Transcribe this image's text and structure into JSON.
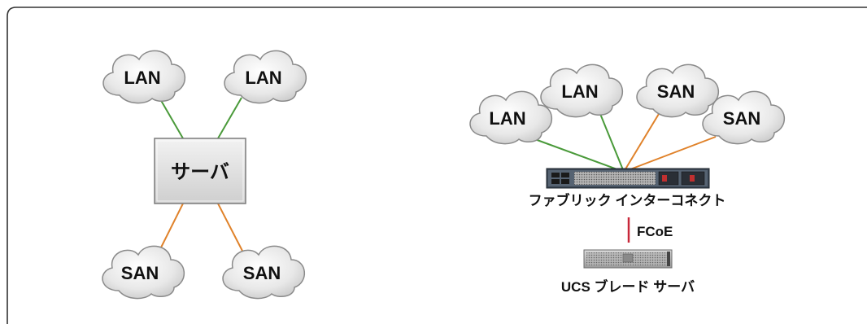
{
  "left_diagram": {
    "server_label": "サーバ",
    "clouds": [
      {
        "label": "LAN",
        "kind": "lan"
      },
      {
        "label": "LAN",
        "kind": "lan"
      },
      {
        "label": "SAN",
        "kind": "san"
      },
      {
        "label": "SAN",
        "kind": "san"
      }
    ]
  },
  "right_diagram": {
    "clouds": [
      {
        "label": "LAN",
        "kind": "lan"
      },
      {
        "label": "LAN",
        "kind": "lan"
      },
      {
        "label": "SAN",
        "kind": "san"
      },
      {
        "label": "SAN",
        "kind": "san"
      }
    ],
    "interconnect_label": "ファブリック インターコネクト",
    "link_label": "FCoE",
    "blade_label": "UCS ブレード サーバ"
  },
  "colors": {
    "lan_link": "#4a9a3a",
    "san_link": "#e0822a",
    "fcoe_link": "#c8283a",
    "cloud_fill": "#e4e4e4",
    "cloud_stroke": "#8a8a8a",
    "server_fill": "#dedede"
  },
  "icons": {
    "cloud": "cloud-icon",
    "interconnect": "fabric-interconnect-icon",
    "blade": "blade-server-icon"
  }
}
